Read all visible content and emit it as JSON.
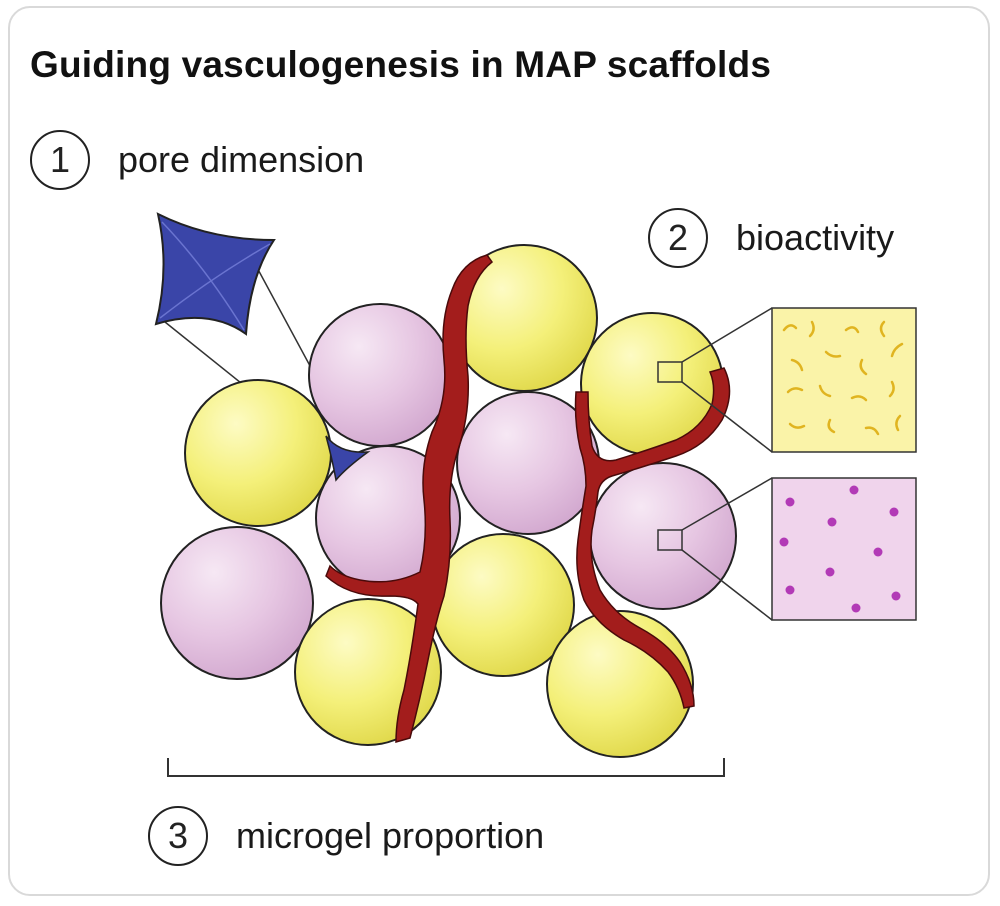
{
  "title": "Guiding vasculogenesis in MAP scaffolds",
  "callouts": [
    {
      "number": "1",
      "label": "pore dimension"
    },
    {
      "number": "2",
      "label": "bioactivity"
    },
    {
      "number": "3",
      "label": "microgel proportion"
    }
  ],
  "colors": {
    "microgel_yellow": "#f4f07a",
    "microgel_pink": "#e6c6e2",
    "vessel_red": "#a31d1c",
    "pore_blue": "#3a45a8",
    "frame_border": "#d9d9d9"
  },
  "icons": [
    "pore-shape-icon",
    "fiber-pattern-icon",
    "dot-pattern-icon"
  ]
}
